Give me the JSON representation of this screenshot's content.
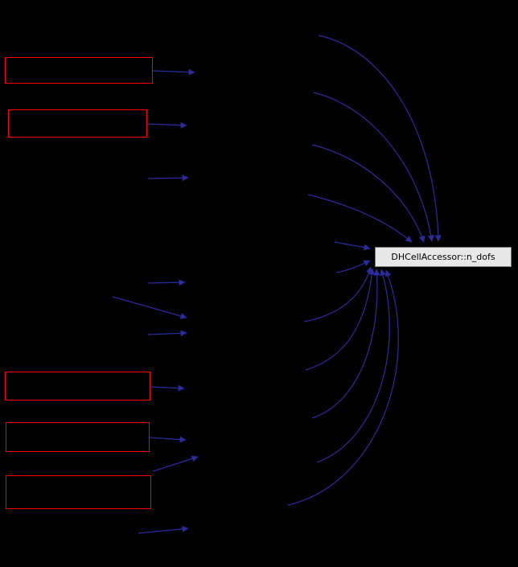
{
  "diagram": {
    "type": "call-graph",
    "focus_node": {
      "label": "DHCellAccessor::n_dofs"
    },
    "colors": {
      "background": "#000000",
      "edge": "#2b2ba0",
      "red_node_border": "#ff0000",
      "focus_node_fill": "#e8e8e8",
      "focus_node_border": "#7a7a7a",
      "focus_node_text": "#000000"
    },
    "red_caller_nodes": [
      {
        "id": "caller-1"
      },
      {
        "id": "caller-2"
      },
      {
        "id": "caller-3"
      },
      {
        "id": "caller-4"
      },
      {
        "id": "caller-5"
      }
    ],
    "edge_counts": {
      "left_column_arrows": 10,
      "converging_edges_to_focus": 12
    }
  }
}
